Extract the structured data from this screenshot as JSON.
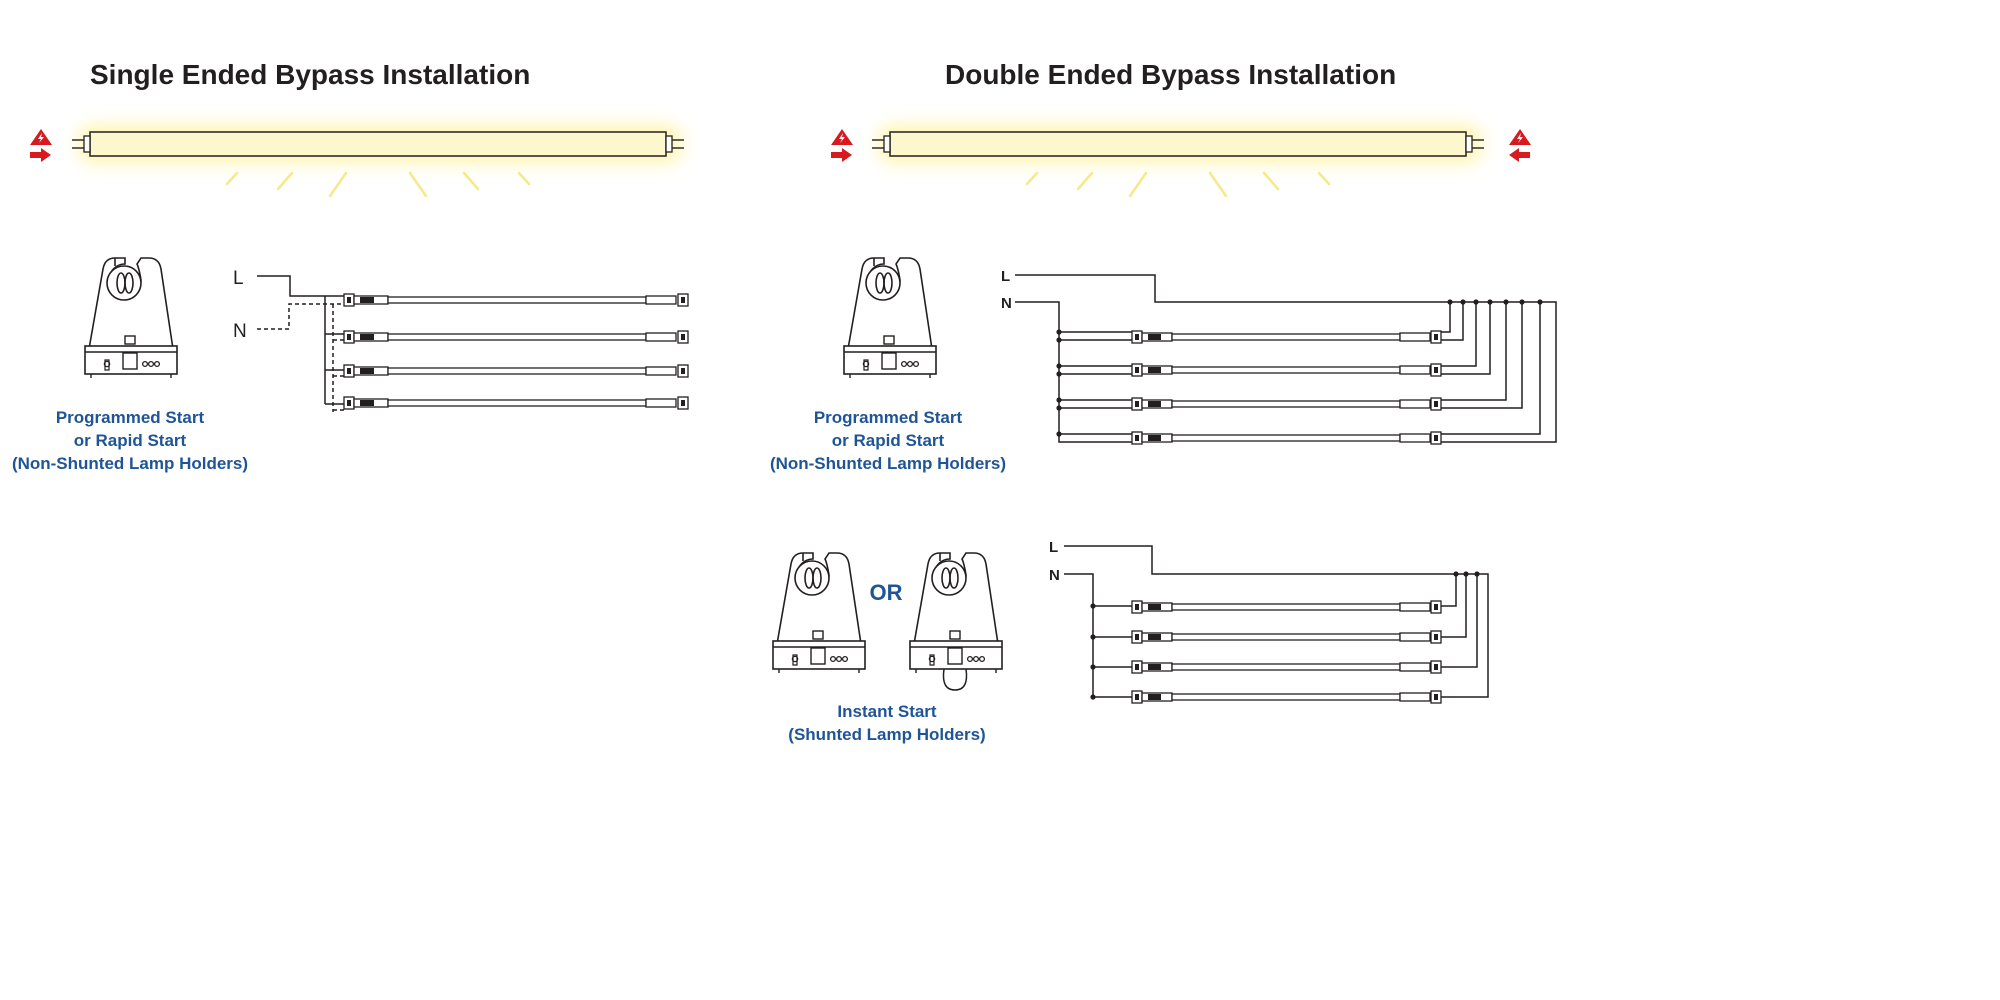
{
  "single": {
    "title": "Single Ended Bypass Installation",
    "holder_caption": [
      "Programmed Start",
      "or Rapid Start",
      "(Non-Shunted Lamp Holders)"
    ],
    "line_label": "L",
    "neutral_label": "N"
  },
  "double": {
    "title": "Double Ended Bypass Installation",
    "holder_caption": [
      "Programmed Start",
      "or Rapid Start",
      "(Non-Shunted Lamp Holders)"
    ],
    "line_label": "L",
    "neutral_label": "N",
    "or_label": "OR",
    "instant_caption": [
      "Instant Start",
      "(Shunted Lamp Holders)"
    ],
    "line_label_2": "L",
    "neutral_label_2": "N"
  },
  "icons": [
    "warning-triangle-icon",
    "right-arrow-icon",
    "left-arrow-icon",
    "lamp-holder-icon",
    "fluorescent-tube-icon"
  ],
  "colors": {
    "title": "#231f20",
    "caption": "#1f5596",
    "arrow": "#d71920",
    "glow": "#fff3a8",
    "tube": "#fdf7cd"
  }
}
